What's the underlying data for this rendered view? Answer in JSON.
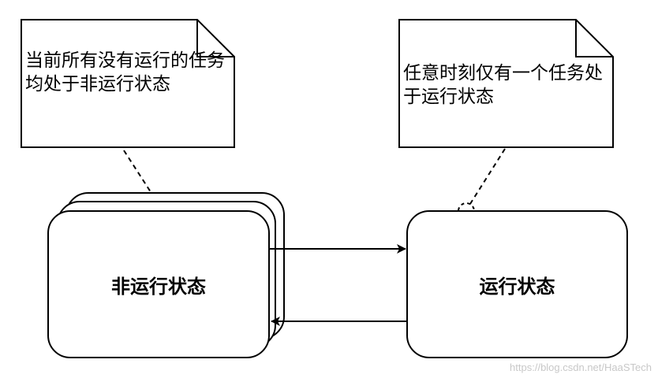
{
  "notes": {
    "left": "当前所有没有运行的任务均处于非运行状态",
    "right": "任意时刻仅有一个任务处于运行状态"
  },
  "states": {
    "non_running": "非运行状态",
    "running": "运行状态"
  },
  "watermark": "https://blog.csdn.net/HaaSTech"
}
